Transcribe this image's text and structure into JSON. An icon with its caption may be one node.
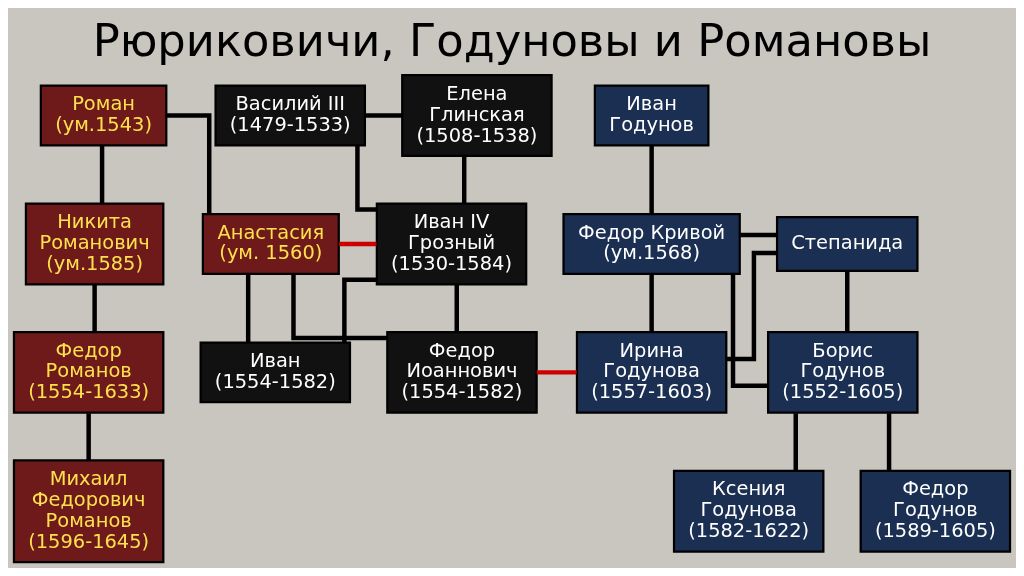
{
  "diagram": {
    "title": "Рюриковичи, Годуновы и Романовы",
    "nodes": [
      {
        "text": [
          "Роман",
          "(ум.1543)"
        ]
      },
      {
        "text": [
          "Василий III",
          "(1479-1533)"
        ]
      },
      {
        "text": [
          "Елена Глинская",
          "(1508-1538)"
        ]
      },
      {
        "text": [
          "Иван Годунов"
        ]
      },
      {
        "text": [
          "Никита Романович",
          "(ум.1585)"
        ]
      },
      {
        "text": [
          "Анастасия",
          "(ум. 1560)"
        ]
      },
      {
        "text": [
          "Иван IV Грозный",
          "(1530-1584)"
        ]
      },
      {
        "text": [
          "Федор Кривой",
          "(ум.1568)"
        ]
      },
      {
        "text": [
          "Степанида"
        ]
      },
      {
        "text": [
          "Федор Романов",
          "(1554-1633)"
        ]
      },
      {
        "text": [
          "Иван",
          "(1554-1582)"
        ]
      },
      {
        "text": [
          "Федор Иоаннович",
          "(1554-1582)"
        ]
      },
      {
        "text": [
          "Ирина Годунова",
          "(1557-1603)"
        ]
      },
      {
        "text": [
          "Борис Годунов",
          "(1552-1605)"
        ]
      },
      {
        "text": [
          "Михаил Федорович Романов",
          "(1596-1645)"
        ]
      },
      {
        "text": [
          "Ксения Годунова",
          "(1582-1622)"
        ]
      },
      {
        "text": [
          "Федор Годунов",
          "(1589-1605)"
        ]
      }
    ],
    "edges": [
      {
        "from": 0,
        "to": 4,
        "arrow": "none"
      },
      {
        "from": 0,
        "to": 5,
        "arrow": "none"
      },
      {
        "from": 1,
        "to": 2,
        "arrow": "none"
      },
      {
        "from": 1,
        "to": 6,
        "arrow": "none"
      },
      {
        "from": 2,
        "to": 6,
        "arrow": "none"
      },
      {
        "from": 3,
        "to": 7,
        "arrow": "none"
      },
      {
        "from": 5,
        "to": 6,
        "arrow": "none",
        "color": "#cc0000"
      },
      {
        "from": 7,
        "to": 8,
        "arrow": "none"
      },
      {
        "from": 4,
        "to": 9,
        "arrow": "none"
      },
      {
        "from": 5,
        "to": 10,
        "arrow": "none"
      },
      {
        "from": 5,
        "to": 11,
        "arrow": "none"
      },
      {
        "from": 6,
        "to": 10,
        "arrow": "none"
      },
      {
        "from": 6,
        "to": 11,
        "arrow": "none"
      },
      {
        "from": 11,
        "to": 12,
        "arrow": "none",
        "color": "#cc0000"
      },
      {
        "from": 7,
        "to": 12,
        "arrow": "none"
      },
      {
        "from": 7,
        "to": 13,
        "arrow": "none"
      },
      {
        "from": 8,
        "to": 12,
        "arrow": "none"
      },
      {
        "from": 8,
        "to": 13,
        "arrow": "none"
      },
      {
        "from": 9,
        "to": 14,
        "arrow": "none"
      },
      {
        "from": 13,
        "to": 15,
        "arrow": "none"
      },
      {
        "from": 13,
        "to": 16,
        "arrow": "none"
      }
    ]
  }
}
